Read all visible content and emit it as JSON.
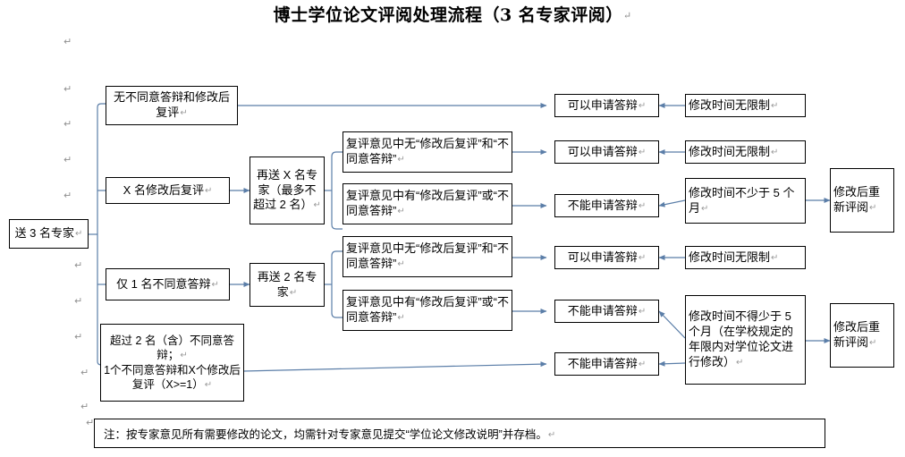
{
  "title": {
    "text": "博士学位论文评阅处理流程（3 名专家评阅）",
    "pilcrow": "↵"
  },
  "colors": {
    "connector": "#5b7ea8",
    "box_border": "#000000",
    "background": "#ffffff",
    "text": "#000000",
    "pilcrow": "#8f8f8f"
  },
  "symbols": {
    "pilcrow": "↵"
  },
  "nodes": {
    "start": {
      "label": "送 3 名专家"
    },
    "branch_1": {
      "label": "无不同意答辩和修改后复评"
    },
    "branch_2": {
      "label": "X 名修改后复评"
    },
    "branch_3": {
      "label": "仅 1 名不同意答辩"
    },
    "branch_4": {
      "label": "超过 2 名（含）不同意答辩；\n1个不同意答辩和X个修改后复评（X>=1）"
    },
    "resend_x": {
      "label": "再送 X 名专家（最多不超过 2 名）"
    },
    "resend_2": {
      "label": "再送 2 名专家"
    },
    "review_none_1": {
      "label": "复评意见中无“修改后复评”和“不同意答辩”"
    },
    "review_some_1": {
      "label": "复评意见中有“修改后复评”或“不同意答辩”"
    },
    "review_none_2": {
      "label": "复评意见中无“修改后复评”和“不同意答辩”"
    },
    "review_some_2": {
      "label": "复评意见中有“修改后复评”或“不同意答辩”"
    },
    "defense_yes_1": {
      "label": "可以申请答辩"
    },
    "defense_yes_2": {
      "label": "可以申请答辩"
    },
    "defense_no_1": {
      "label": "不能申请答辩"
    },
    "defense_yes_3": {
      "label": "可以申请答辩"
    },
    "defense_no_2": {
      "label": "不能申请答辩"
    },
    "defense_no_3": {
      "label": "不能申请答辩"
    },
    "time_unlimited_1": {
      "label": "修改时间无限制"
    },
    "time_unlimited_2": {
      "label": "修改时间无限制"
    },
    "time_min5": {
      "label": "修改时间不少于 5 个月"
    },
    "time_unlimited_3": {
      "label": "修改时间无限制"
    },
    "time_min5_school": {
      "label": "修改时间不得少于 5 个月（在学校规定的年限内对学位论文进行修改）"
    },
    "recheck_1": {
      "label": "修改后重新评阅"
    },
    "recheck_2": {
      "label": "修改后重新评阅"
    }
  },
  "note": {
    "label": "注：按专家意见所有需要修改的论文，均需针对专家意见提交“学位论文修改说明”并存档。"
  },
  "margin_marks": [
    "↵",
    "↵",
    "↵",
    "↵",
    "↵",
    "↵",
    "↵",
    "↵",
    "↵",
    "↵",
    "↵"
  ]
}
